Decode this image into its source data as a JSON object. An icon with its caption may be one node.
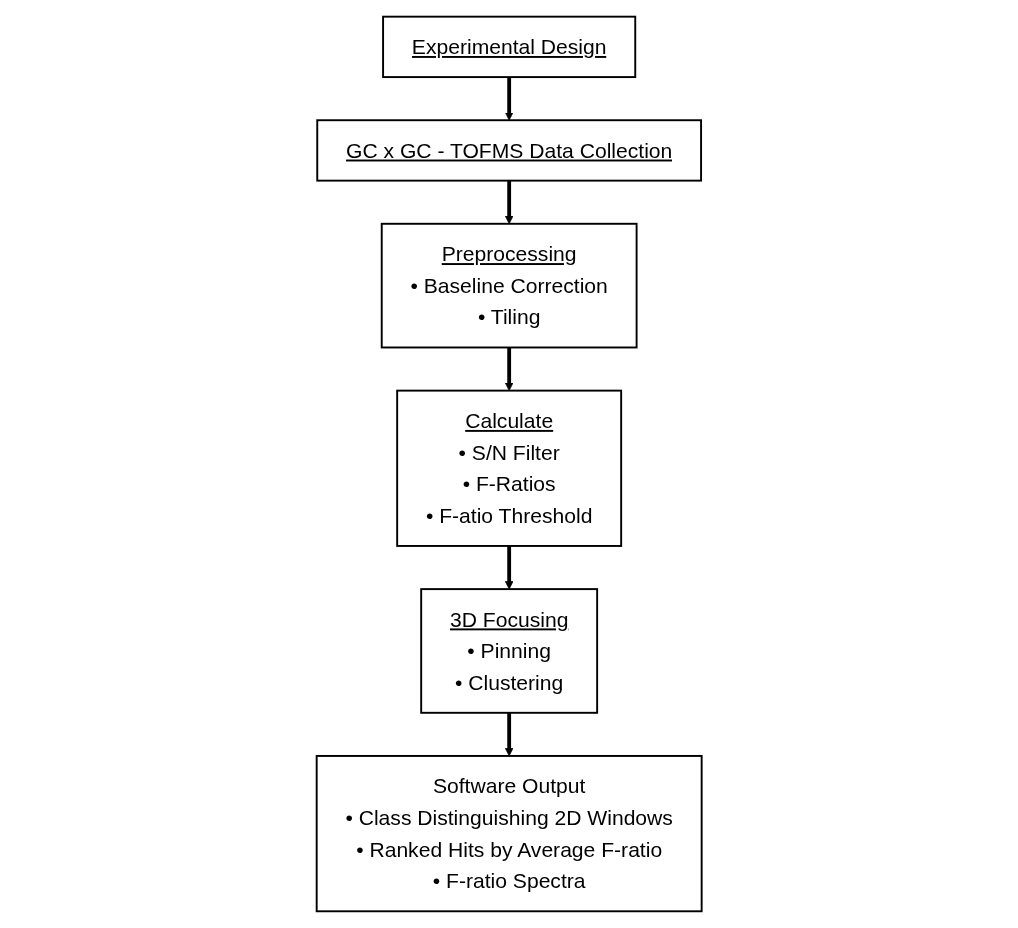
{
  "diagram": {
    "nodes": [
      {
        "text": [
          "Experimental Design"
        ]
      },
      {
        "text": [
          "GC x GC - TOFMS Data Collection"
        ]
      },
      {
        "text": [
          "Preprocessing",
          "• Baseline Correction",
          "• Tiling"
        ]
      },
      {
        "text": [
          "Calculate",
          "• S/N Filter",
          "• F-Ratios",
          "• F-atio Threshold"
        ]
      },
      {
        "text": [
          "3D Focusing",
          "• Pinning",
          "• Clustering"
        ]
      },
      {
        "text": [
          "Software Output",
          "• Class Distinguishing 2D Windows",
          "• Ranked Hits by Average F-ratio",
          "• F-ratio Spectra"
        ]
      }
    ],
    "edges": [
      {
        "from": 0,
        "to": 1,
        "arrow": "to"
      },
      {
        "from": 1,
        "to": 2,
        "arrow": "to"
      },
      {
        "from": 2,
        "to": 3,
        "arrow": "to"
      },
      {
        "from": 3,
        "to": 4,
        "arrow": "to"
      },
      {
        "from": 4,
        "to": 5,
        "arrow": "to"
      }
    ]
  }
}
